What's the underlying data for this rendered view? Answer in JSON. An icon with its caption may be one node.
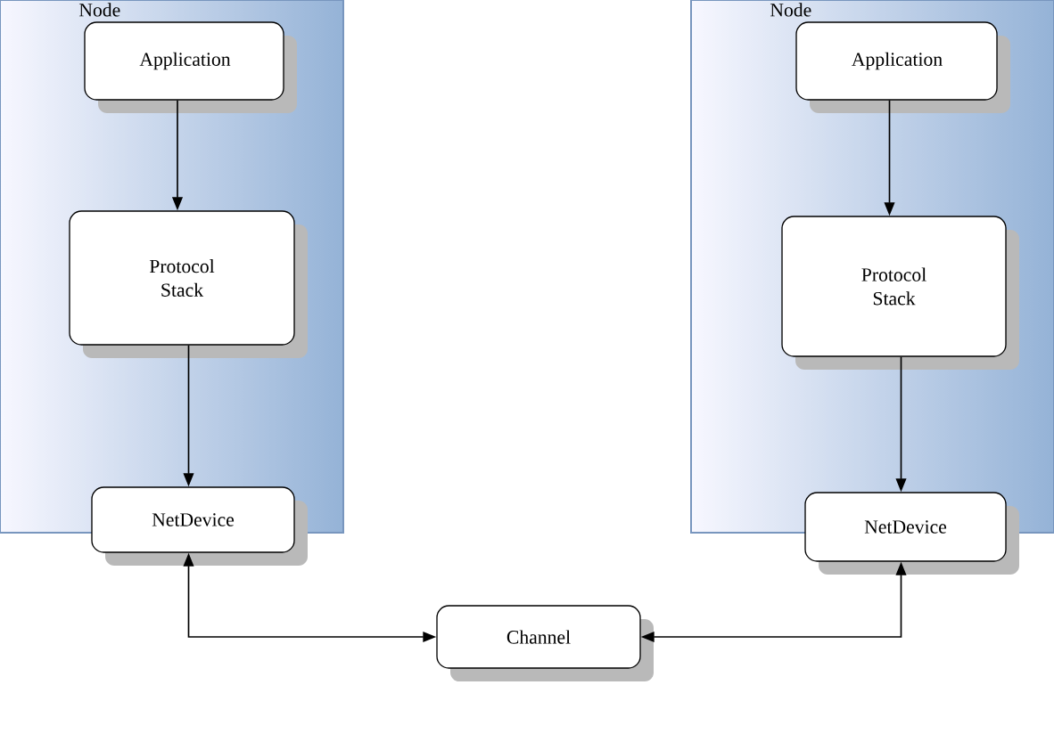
{
  "diagram": {
    "nodes": [
      {
        "text": [
          "Node"
        ]
      },
      {
        "text": [
          "Application"
        ],
        "in": 0
      },
      {
        "text": [
          "Protocol Stack"
        ],
        "in": 0
      },
      {
        "text": [
          "NetDevice"
        ]
      },
      {
        "text": [
          "Node"
        ]
      },
      {
        "text": [
          "Application"
        ],
        "in": 4
      },
      {
        "text": [
          "Protocol Stack"
        ],
        "in": 4
      },
      {
        "text": [
          "NetDevice"
        ]
      },
      {
        "text": [
          "Channel"
        ]
      }
    ],
    "edges": [
      {
        "from": 1,
        "to": 2,
        "arrow": "to"
      },
      {
        "from": 2,
        "to": 3,
        "arrow": "to"
      },
      {
        "from": 5,
        "to": 6,
        "arrow": "to"
      },
      {
        "from": 6,
        "to": 7,
        "arrow": "to"
      },
      {
        "from": 8,
        "to": 3,
        "arrow": "both"
      },
      {
        "from": 8,
        "to": 7,
        "arrow": "both"
      }
    ]
  }
}
